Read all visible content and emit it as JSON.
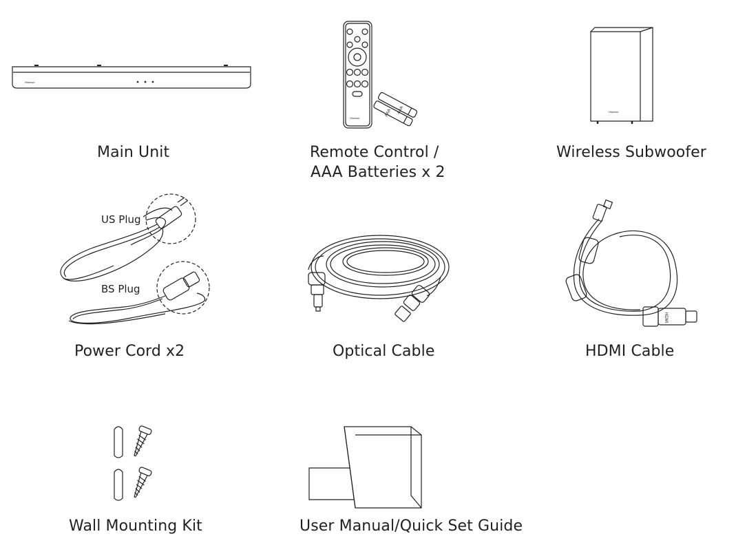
{
  "items": {
    "main_unit": {
      "label": "Main Unit",
      "brand": "Hisense"
    },
    "remote": {
      "label_line1": "Remote Control /",
      "label_line2": "AAA Batteries x 2",
      "brand": "Hisense",
      "battery_text": "AAA"
    },
    "subwoofer": {
      "label": "Wireless Subwoofer",
      "brand": "Hisense"
    },
    "power_cord": {
      "label": "Power Cord x2",
      "us_plug": "US Plug",
      "bs_plug": "BS Plug"
    },
    "optical": {
      "label": "Optical Cable"
    },
    "hdmi": {
      "label": "HDMI Cable",
      "connector_text": "HDMI"
    },
    "wall_kit": {
      "label": "Wall Mounting Kit"
    },
    "manual": {
      "label": "User Manual/Quick Set Guide"
    }
  },
  "colors": {
    "line": "#231f20",
    "background": "#ffffff"
  }
}
